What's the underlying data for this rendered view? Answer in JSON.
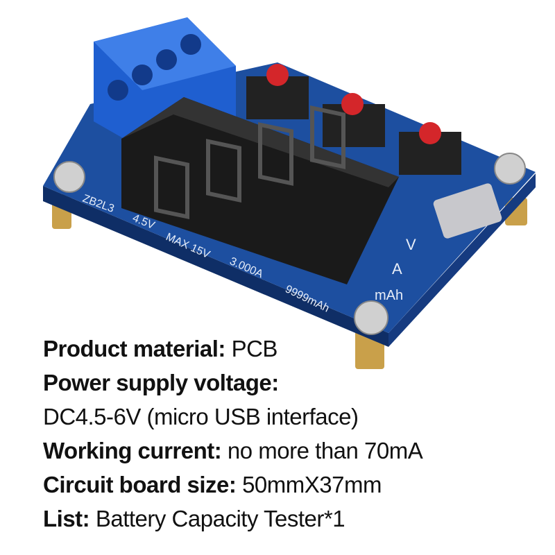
{
  "product_photo": {
    "silkscreen": [
      "ZB2L3",
      "4.5V",
      "MAX 15V",
      "3.000A",
      "9999mAh",
      "V",
      "A",
      "mAh"
    ],
    "colors": {
      "pcb": "#1d4fa0",
      "terminal": "#1f5fd0",
      "button_cap": "#d4262a",
      "display": "#1a1a1a",
      "standoff": "#c9a04a"
    }
  },
  "specs": [
    {
      "label": "Product material:",
      "value": "PCB"
    },
    {
      "label": "Power supply voltage:",
      "value": ""
    },
    {
      "label": "",
      "value": "DC4.5-6V (micro USB interface)"
    },
    {
      "label": "Working current:",
      "value": "no more than 70mA"
    },
    {
      "label": "Circuit board size:",
      "value": "50mmX37mm"
    },
    {
      "label": "List:",
      "value": "Battery Capacity Tester*1"
    }
  ]
}
